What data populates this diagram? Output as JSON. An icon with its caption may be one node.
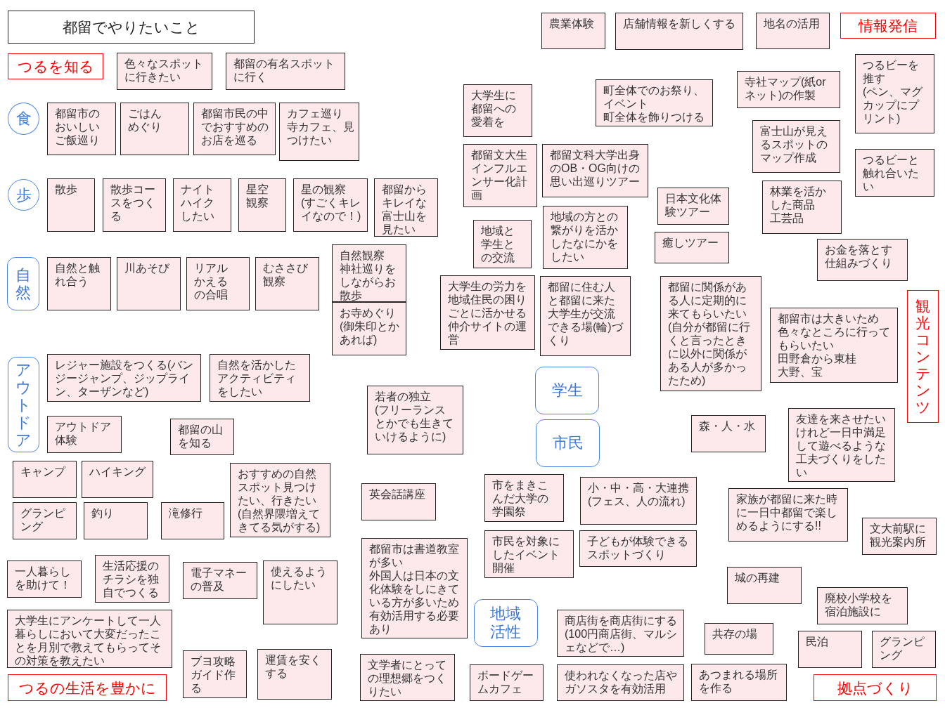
{
  "diagram": {
    "title": "都留でやりたいこと",
    "nodes": [
      {
        "text": [
          "つるを知る"
        ]
      },
      {
        "text": [
          "色々なスポットに行きたい"
        ]
      },
      {
        "text": [
          "都留の有名スポットに行く"
        ]
      },
      {
        "text": [
          "食"
        ]
      },
      {
        "text": [
          "都留市のおいしいご飯巡り"
        ]
      },
      {
        "text": [
          "ごはんめぐり"
        ]
      },
      {
        "text": [
          "都留市民の中でおすすめのお店を巡る"
        ]
      },
      {
        "text": [
          "カフェ巡り",
          "寺カフェ、見つけたい"
        ]
      },
      {
        "text": [
          "歩"
        ]
      },
      {
        "text": [
          "散歩"
        ]
      },
      {
        "text": [
          "散歩コースをつくる"
        ]
      },
      {
        "text": [
          "ナイトハイクしたい"
        ]
      },
      {
        "text": [
          "星空観察"
        ]
      },
      {
        "text": [
          "星の観察",
          "(すごくキレイなので！)"
        ]
      },
      {
        "text": [
          "都留からキレイな富士山を見たい"
        ]
      },
      {
        "text": [
          "自然"
        ]
      },
      {
        "text": [
          "自然と触れ合う"
        ]
      },
      {
        "text": [
          "川あそび"
        ]
      },
      {
        "text": [
          "リアルかえるの合唱"
        ]
      },
      {
        "text": [
          "むささび観察"
        ]
      },
      {
        "text": [
          "自然観察",
          "神社巡りをしながらお散歩"
        ]
      },
      {
        "text": [
          "お寺めぐり",
          "(御朱印とかあれば)"
        ]
      },
      {
        "text": [
          "アウトドア"
        ]
      },
      {
        "text": [
          "レジャー施設をつくる(バンジージャンプ、ジップライン、ターザンなど)"
        ]
      },
      {
        "text": [
          "自然を活かしたアクティビティをしたい"
        ]
      },
      {
        "text": [
          "アウトドア体験"
        ]
      },
      {
        "text": [
          "都留の山を知る"
        ]
      },
      {
        "text": [
          "キャンプ"
        ]
      },
      {
        "text": [
          "ハイキング"
        ]
      },
      {
        "text": [
          "グランピング"
        ]
      },
      {
        "text": [
          "釣り"
        ]
      },
      {
        "text": [
          "滝修行"
        ]
      },
      {
        "text": [
          "おすすめの自然スポット見つけたい、行きたい",
          "(自然界隈増えてきてる気がする)"
        ]
      },
      {
        "text": [
          "一人暮らしを助けて！"
        ]
      },
      {
        "text": [
          "生活応援のチラシを独自でつくる"
        ]
      },
      {
        "text": [
          "電子マネーの普及"
        ]
      },
      {
        "text": [
          "使えるようにしたい"
        ]
      },
      {
        "text": [
          "大学生にアンケートして一人暮らしにおいて大変だったことを月別で教えてもらってその対策を教えたい"
        ]
      },
      {
        "text": [
          "ブヨ攻略ガイド作る"
        ]
      },
      {
        "text": [
          "運賃を安くする"
        ]
      },
      {
        "text": [
          "つるの生活を豊かに"
        ]
      },
      {
        "text": [
          "農業体験"
        ]
      },
      {
        "text": [
          "店舗情報を新しくする"
        ]
      },
      {
        "text": [
          "地名の活用"
        ]
      },
      {
        "text": [
          "情報発信"
        ]
      },
      {
        "text": [
          "大学生に都留への愛着を"
        ]
      },
      {
        "text": [
          "町全体でのお祭り、イベント",
          "町全体を飾りつける"
        ]
      },
      {
        "text": [
          "寺社マップ(紙orネット)の作製"
        ]
      },
      {
        "text": [
          "つるビーを推す",
          "(ペン、マグカップにプリント)"
        ]
      },
      {
        "text": [
          "都留文大生インフルエンサー化計画"
        ]
      },
      {
        "text": [
          "都留文科大学出身のOB・OG向けの思い出巡りツアー"
        ]
      },
      {
        "text": [
          "富士山が見えるスポットのマップ作成"
        ]
      },
      {
        "text": [
          "つるビーと触れ合いたい"
        ]
      },
      {
        "text": [
          "林業を活かした商品",
          "工芸品"
        ]
      },
      {
        "text": [
          "日本文化体験ツアー"
        ]
      },
      {
        "text": [
          "地域と学生との交流"
        ]
      },
      {
        "text": [
          "地域の方との繋がりを活かしたなにかをしたい"
        ]
      },
      {
        "text": [
          "癒しツアー"
        ]
      },
      {
        "text": [
          "お金を落とす仕組みづくり"
        ]
      },
      {
        "text": [
          "大学生の労力を地域住民の困りごとに活かせる仲介サイトの運営"
        ]
      },
      {
        "text": [
          "都留に住む人と都留に来た大学生が交流できる場(輪)づくり"
        ]
      },
      {
        "text": [
          "都留に関係がある人に定期的に来てもらいたい",
          "(自分が都留に行くと言ったときに以外に関係がある人が多かったため)"
        ]
      },
      {
        "text": [
          "観光コンテンツ"
        ]
      },
      {
        "text": [
          "都留市は大きいため色々なところに行ってもらいたい",
          "田野倉から東桂",
          "大野、宝"
        ]
      },
      {
        "text": [
          "若者の独立",
          "(フリーランスとかでも生きていけるように)"
        ]
      },
      {
        "text": [
          "学生"
        ]
      },
      {
        "text": [
          "森・人・水"
        ]
      },
      {
        "text": [
          "友達を来させたいけれど一日中満足して遊べるような工夫づくりをしたい"
        ]
      },
      {
        "text": [
          "市民"
        ]
      },
      {
        "text": [
          "英会話講座"
        ]
      },
      {
        "text": [
          "市をまきこんだ大学の学園祭"
        ]
      },
      {
        "text": [
          "小・中・高・大連携",
          "(フェス、人の流れ)"
        ]
      },
      {
        "text": [
          "家族が都留に来た時に一日中都留で楽しめるようにする!!"
        ]
      },
      {
        "text": [
          "文大前駅に観光案内所"
        ]
      },
      {
        "text": [
          "都留市は書道教室が多い",
          "外国人は日本の文化体験をしにきている方が多いため有効活用する必要あり"
        ]
      },
      {
        "text": [
          "市民を対象にしたイベント開催"
        ]
      },
      {
        "text": [
          "子どもが体験できるスポットづくり"
        ]
      },
      {
        "text": [
          "城の再建"
        ]
      },
      {
        "text": [
          "廃校小学校を宿泊施設に"
        ]
      },
      {
        "text": [
          "地域活性"
        ]
      },
      {
        "text": [
          "商店街を商店街にする",
          "(100円商店街、マルシェなどで…)"
        ]
      },
      {
        "text": [
          "共存の場"
        ]
      },
      {
        "text": [
          "民泊"
        ]
      },
      {
        "text": [
          "グランピング"
        ]
      },
      {
        "text": [
          "文学者にとっての理想郷をつくりたい"
        ]
      },
      {
        "text": [
          "ボードゲームカフェ"
        ]
      },
      {
        "text": [
          "使われなくなった店やガソスタを有効活用"
        ]
      },
      {
        "text": [
          "あつまれる場所を作る"
        ]
      },
      {
        "text": [
          "拠点づくり"
        ]
      }
    ]
  }
}
